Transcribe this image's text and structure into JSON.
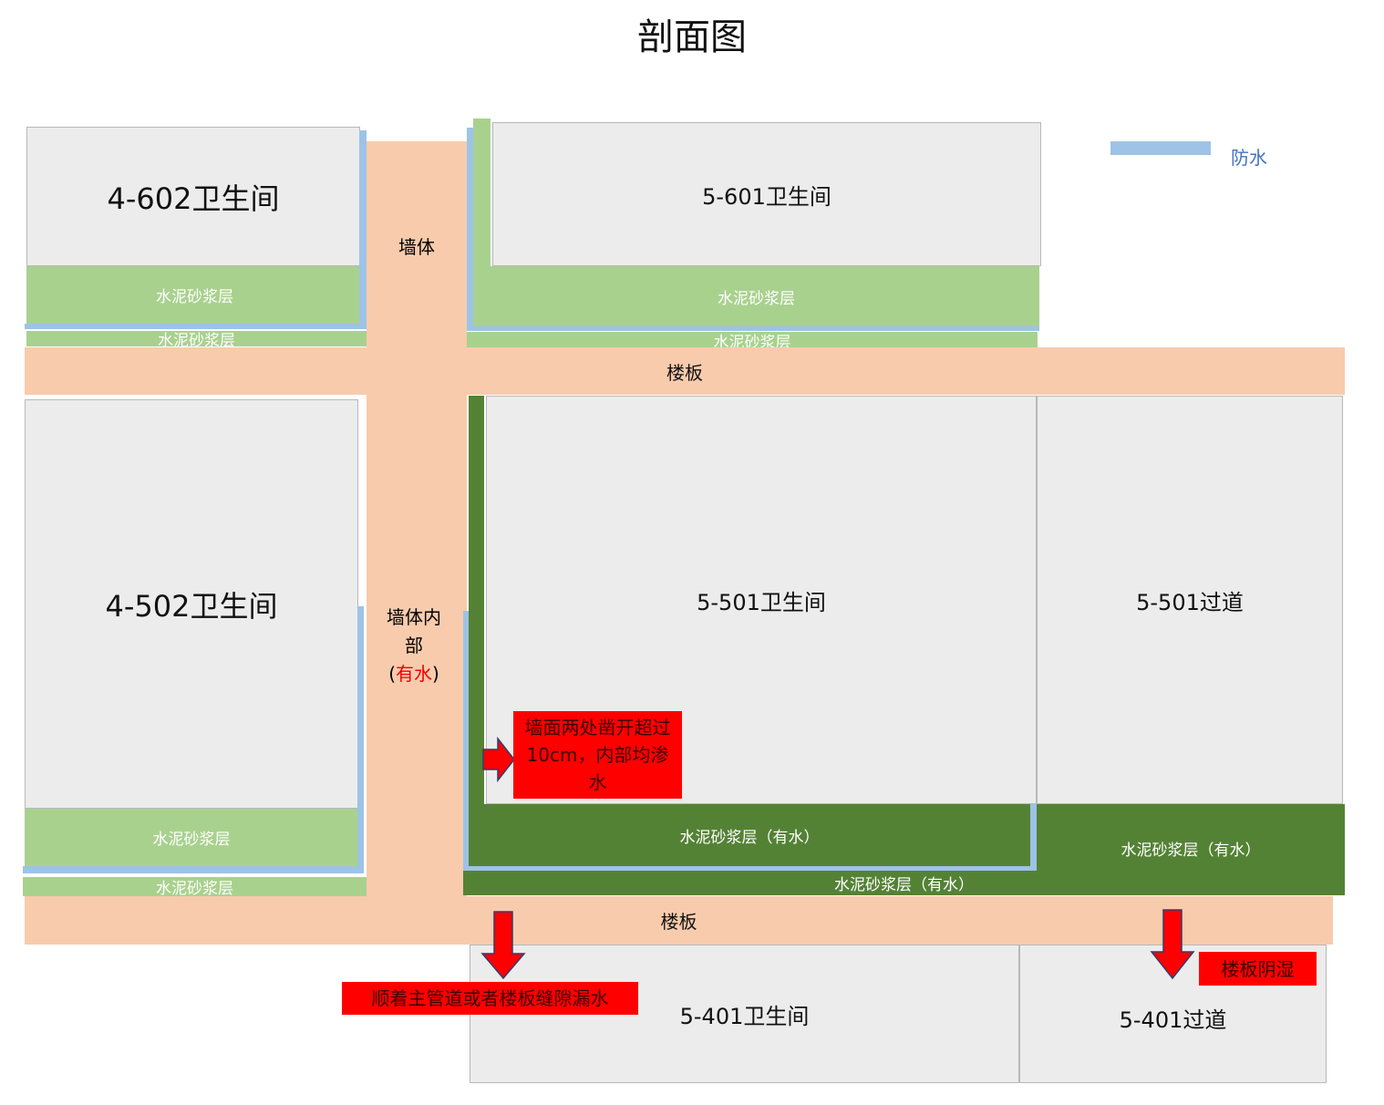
{
  "title": "剖面图",
  "legend": {
    "label": "防水",
    "color": "#9dc3e6"
  },
  "rooms": {
    "r4602": "4-602卫生间",
    "r5601": "5-601卫生间",
    "r4502": "4-502卫生间",
    "r5501": "5-501卫生间",
    "r5501c": "5-501过道",
    "r5401": "5-401卫生间",
    "r5401c": "5-401过道"
  },
  "layers": {
    "mortar": "水泥砂浆层",
    "mortar_wet": "水泥砂浆层（有水）",
    "slab": "楼板",
    "wall": "墙体",
    "wall_inner_1": "墙体内",
    "wall_inner_2": "部",
    "wall_inner_3_open": "(",
    "wall_inner_3_wet": "有水",
    "wall_inner_3_close": ")"
  },
  "callouts": {
    "wall_open": "墙面两处凿开超过10cm，内部均渗水",
    "pipe_leak": "顺着主管道或者楼板缝隙漏水",
    "slab_damp": "楼板阴湿"
  },
  "colors": {
    "light_green": "#a9d18e",
    "dark_green": "#548235",
    "slab": "#f8cbad",
    "waterproof": "#9dc3e6",
    "alert": "#ff0000"
  }
}
